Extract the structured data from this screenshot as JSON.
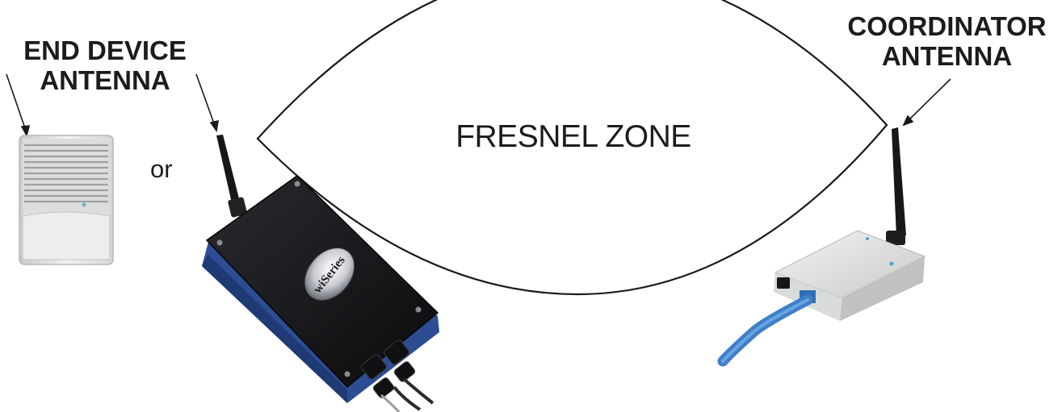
{
  "end_device_label": {
    "line1": "END DEVICE",
    "line2": "ANTENNA"
  },
  "coordinator_label": {
    "line1": "COORDINATOR",
    "line2": "ANTENNA"
  },
  "or_text": "or",
  "fresnel_label": "FRESNEL ZONE",
  "device_brand": "wiSeries",
  "colors": {
    "text": "#1c1c1c",
    "enclosure_black": "#141518",
    "enclosure_blue": "#2c4d93",
    "sensor_white": "#e8e9e8",
    "coordinator_white": "#e2e4e2",
    "cable_blue": "#3f7fc9"
  }
}
